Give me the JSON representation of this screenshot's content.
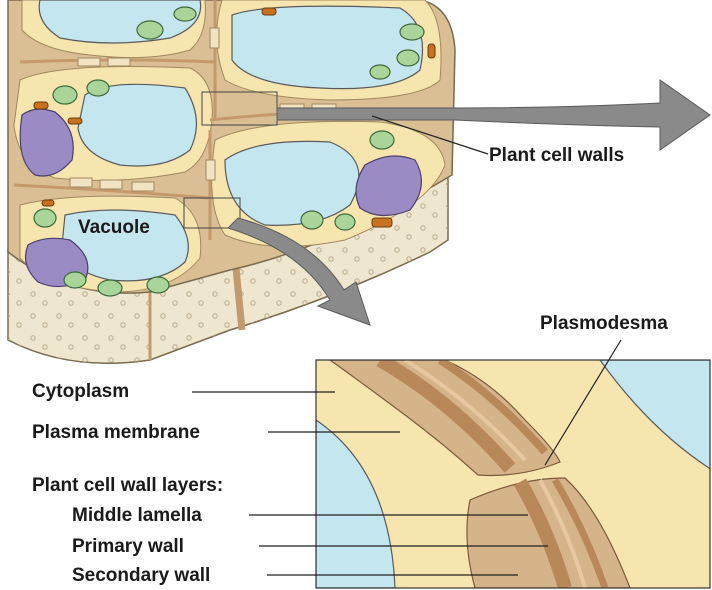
{
  "labels": {
    "plant_cell_walls": "Plant cell walls",
    "vacuole": "Vacuole",
    "plasmodesma": "Plasmodesma",
    "cytoplasm": "Cytoplasm",
    "plasma_membrane": "Plasma membrane",
    "wall_layers_heading": "Plant cell wall layers:",
    "middle_lamella": "Middle lamella",
    "primary_wall": "Primary wall",
    "secondary_wall": "Secondary wall"
  },
  "colors": {
    "vacuole": "#c4e6ef",
    "cytoplasm": "#f7e5b0",
    "cell_wall": "#d9bf93",
    "wall_dark": "#c49a6c",
    "nucleus": "#9b8bc4",
    "chloroplast": "#a9d49a",
    "mitochondrion": "#c8711f",
    "arrow": "#8a8a8a",
    "tissue_base": "#efe6cf"
  }
}
